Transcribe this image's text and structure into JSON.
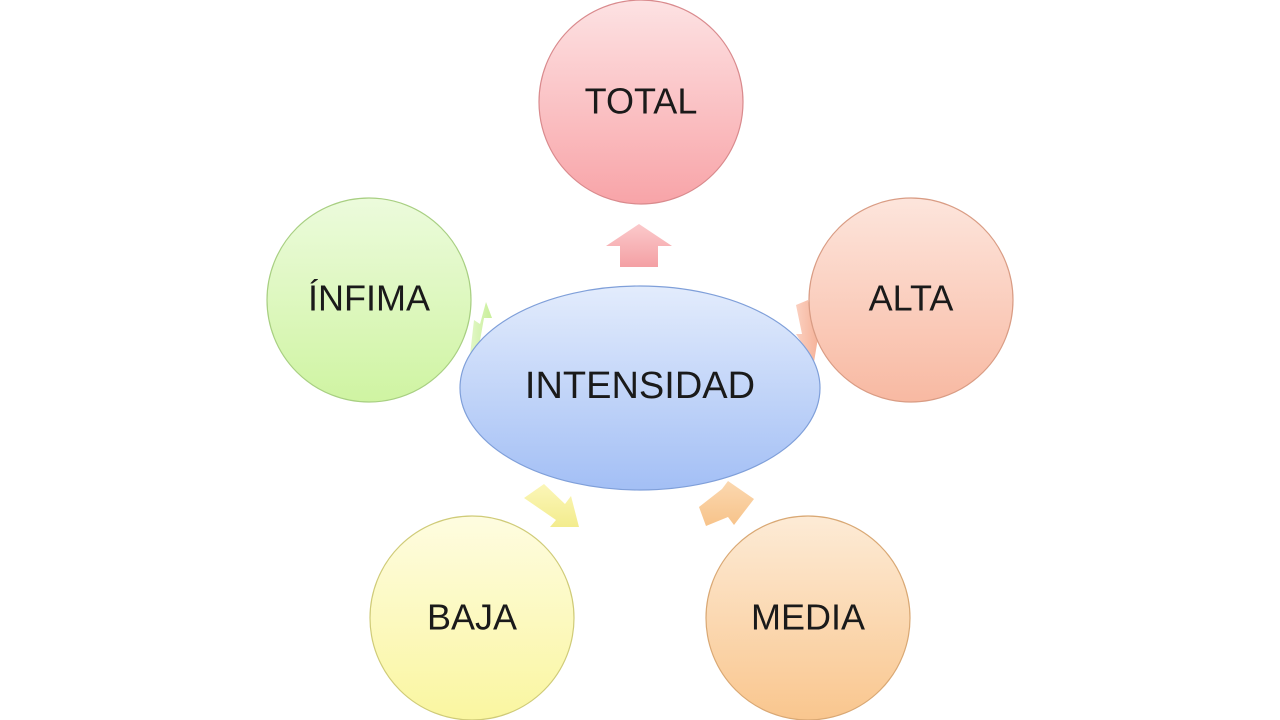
{
  "center": {
    "label": "INTENSIDAD",
    "color": "#a9c4f5"
  },
  "nodes": [
    {
      "id": "total",
      "label": "TOTAL",
      "color": "#f9a9ad"
    },
    {
      "id": "alta",
      "label": "ALTA",
      "color": "#f8bca6"
    },
    {
      "id": "media",
      "label": "MEDIA",
      "color": "#f9ca95"
    },
    {
      "id": "baja",
      "label": "BAJA",
      "color": "#f9f7a5"
    },
    {
      "id": "infima",
      "label": "ÍNFIMA",
      "color": "#d3f5aa"
    }
  ]
}
